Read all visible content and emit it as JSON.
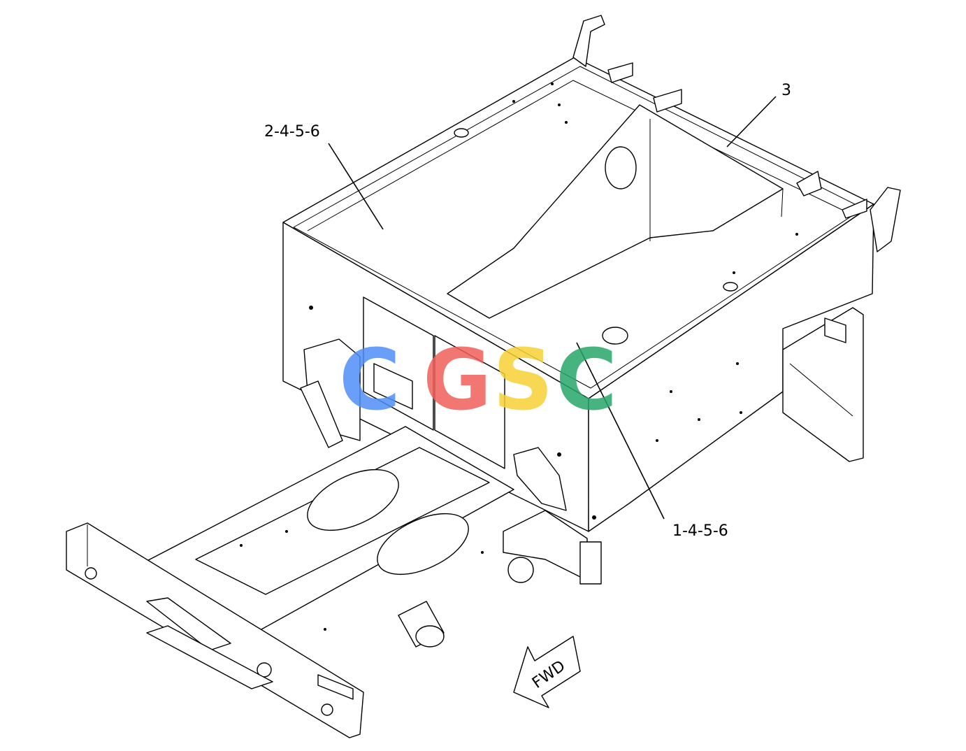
{
  "callouts": {
    "c3": "3",
    "c2456": "2-4-5-6",
    "c1456": "1-4-5-6"
  },
  "watermark": {
    "letters": [
      "C",
      "G",
      "S",
      "C"
    ],
    "colors": [
      "#4f8ff7",
      "#f0605a",
      "#f7d135",
      "#27a86b"
    ]
  },
  "direction_arrow": {
    "label": "FWD"
  }
}
